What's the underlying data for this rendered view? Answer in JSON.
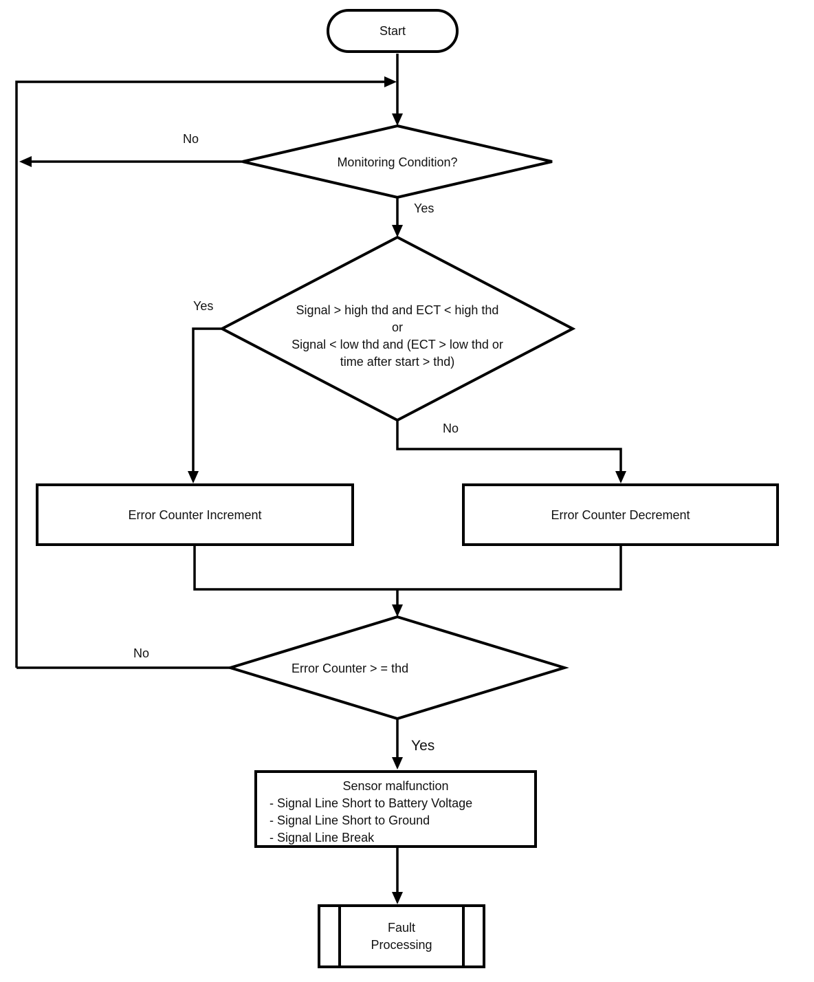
{
  "colors": {
    "line": "#000000",
    "background": "#ffffff",
    "text": "#111111"
  },
  "flowchart": {
    "start": {
      "label": "Start"
    },
    "monitoring_decision": {
      "label": "Monitoring Condition?",
      "no_label": "No",
      "yes_label": "Yes"
    },
    "signal_decision": {
      "label": "Signal > high thd and ECT < high thd\nor\nSignal < low thd and (ECT > low thd or\ntime after start > thd)",
      "yes_label": "Yes",
      "no_label": "No"
    },
    "error_increment": {
      "label": "Error Counter Increment"
    },
    "error_decrement": {
      "label": "Error Counter Decrement"
    },
    "counter_decision": {
      "label": "Error Counter > = thd",
      "no_label": "No",
      "yes_label": "Yes"
    },
    "sensor_malfunction": {
      "title": "Sensor malfunction",
      "items": [
        "- Signal Line Short to Battery Voltage",
        "- Signal Line Short to Ground",
        "- Signal Line Break"
      ]
    },
    "fault_processing": {
      "label": "Fault\nProcessing"
    }
  }
}
